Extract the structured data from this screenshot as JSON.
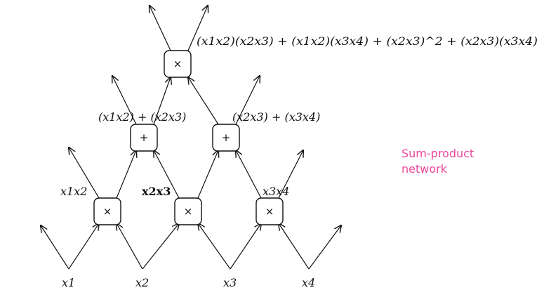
{
  "caption": {
    "line1": "Sum-product",
    "line2": "network",
    "color": "#e8479a"
  },
  "inputs": [
    "x1",
    "x2",
    "x3",
    "x4"
  ],
  "nodes": {
    "product_bottom_left": "×",
    "product_bottom_mid": "×",
    "product_bottom_right": "×",
    "sum_left": "+",
    "sum_right": "+",
    "product_top": "×"
  },
  "expressions": {
    "top": "(x1x2)(x2x3) + (x1x2)(x3x4) + (x2x3)^2 + (x2x3)(x3x4)",
    "sum_left": "(x1x2) + (x2x3)",
    "sum_right": "(x2x3) + (x3x4)",
    "prod_left": "x1x2",
    "prod_mid": "x2x3",
    "prod_right": "x3x4"
  }
}
